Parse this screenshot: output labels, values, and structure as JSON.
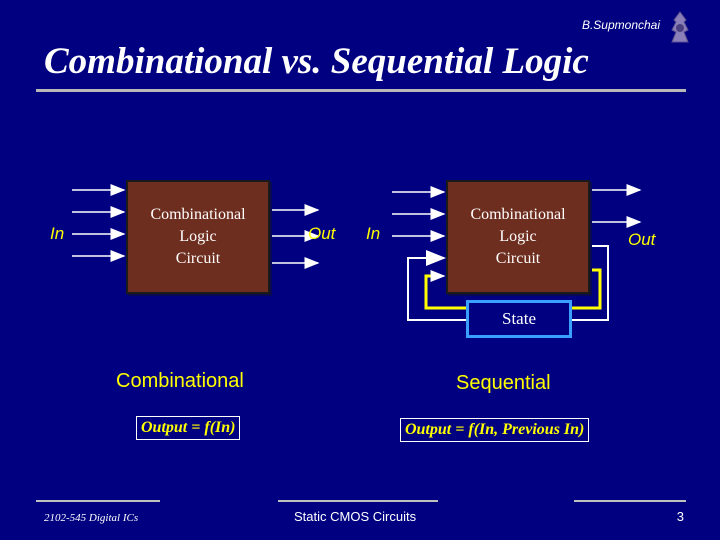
{
  "header": {
    "author": "B.Supmonchai",
    "title": "Combinational vs. Sequential Logic"
  },
  "diagram": {
    "left": {
      "block_label": "Combinational\nLogic\nCircuit",
      "input_label": "In",
      "output_label": "Out",
      "heading": "Combinational",
      "formula": "Output = f(In)"
    },
    "right": {
      "block_label": "Combinational\nLogic\nCircuit",
      "input_label": "In",
      "output_label": "Out",
      "state_label": "State",
      "heading": "Sequential",
      "formula": "Output = f(In, Previous In)"
    }
  },
  "footer": {
    "course": "2102-545 Digital ICs",
    "subject": "Static CMOS Circuits",
    "page": "3"
  },
  "colors": {
    "background": "#000080",
    "block_fill": "#6e2e1f",
    "label": "#ffff00",
    "state_border": "#3aa0ff",
    "feedback": "#ffff00"
  }
}
